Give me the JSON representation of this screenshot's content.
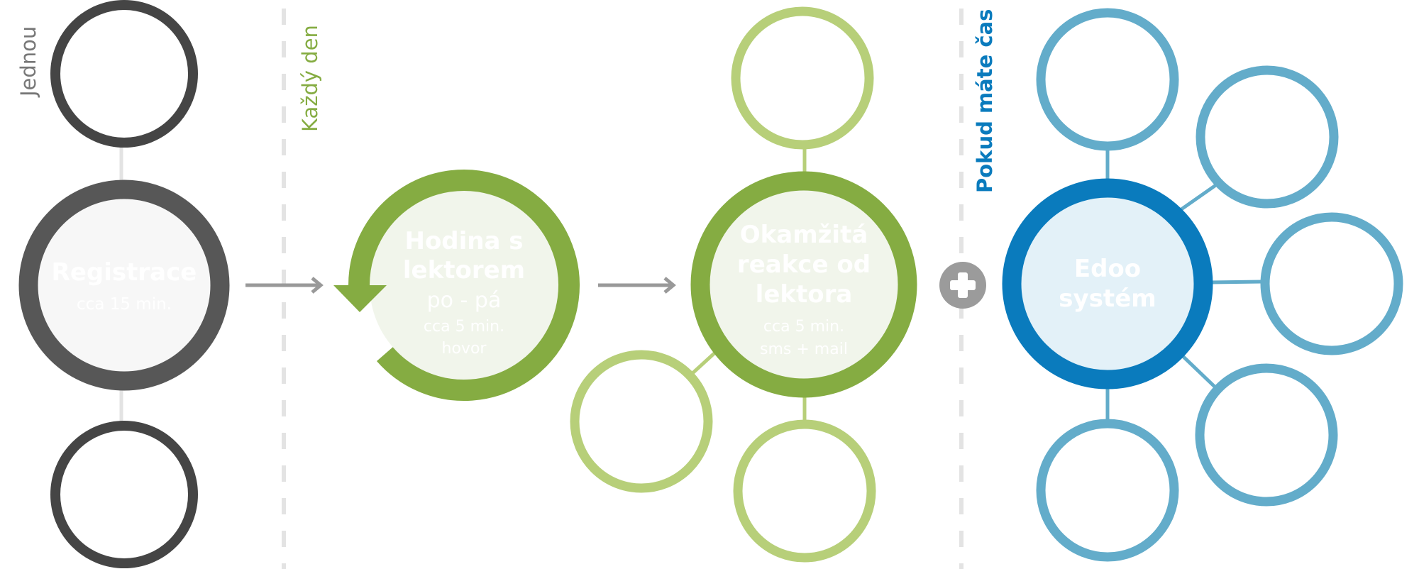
{
  "colors": {
    "dark": "#454545",
    "dark_main": "#575757",
    "dark_fill": "#f7f7f7",
    "green": "#85ac42",
    "green_light": "#b7cf79",
    "green_fill": "#f1f5eb",
    "blue": "#0a7bbd",
    "blue_light": "#63acca",
    "blue_fill": "#e3f1f8",
    "divider": "#e3e3e3",
    "arrow": "#999999",
    "plus": "#9b9b9b",
    "label_gray": "#777777"
  },
  "sections": [
    {
      "label": "Jednou",
      "main_node": {
        "title_lines": [
          "Registrace"
        ],
        "sub_lines": [],
        "detail_lines": [
          "cca 15 min."
        ]
      },
      "satellites": 2
    },
    {
      "label": "Každý den",
      "cycle_node": {
        "title_lines": [
          "Hodina s",
          "lektorem"
        ],
        "sub_lines": [
          "po - pá"
        ],
        "detail_lines": [
          "cca 5 min.",
          "hovor"
        ]
      },
      "main_node": {
        "title_lines": [
          "Okamžitá",
          "reakce od",
          "lektora"
        ],
        "sub_lines": [],
        "detail_lines": [
          "cca 5 min.",
          "sms + mail"
        ]
      },
      "satellites": 3
    },
    {
      "label": "Pokud máte čas",
      "main_node": {
        "title_lines": [
          "Edoo",
          "systém"
        ],
        "sub_lines": [],
        "detail_lines": []
      },
      "satellites": 5
    }
  ],
  "connectors": {
    "arrow_1": "arrow-right",
    "arrow_2": "arrow-right",
    "plus": "plus-icon"
  }
}
